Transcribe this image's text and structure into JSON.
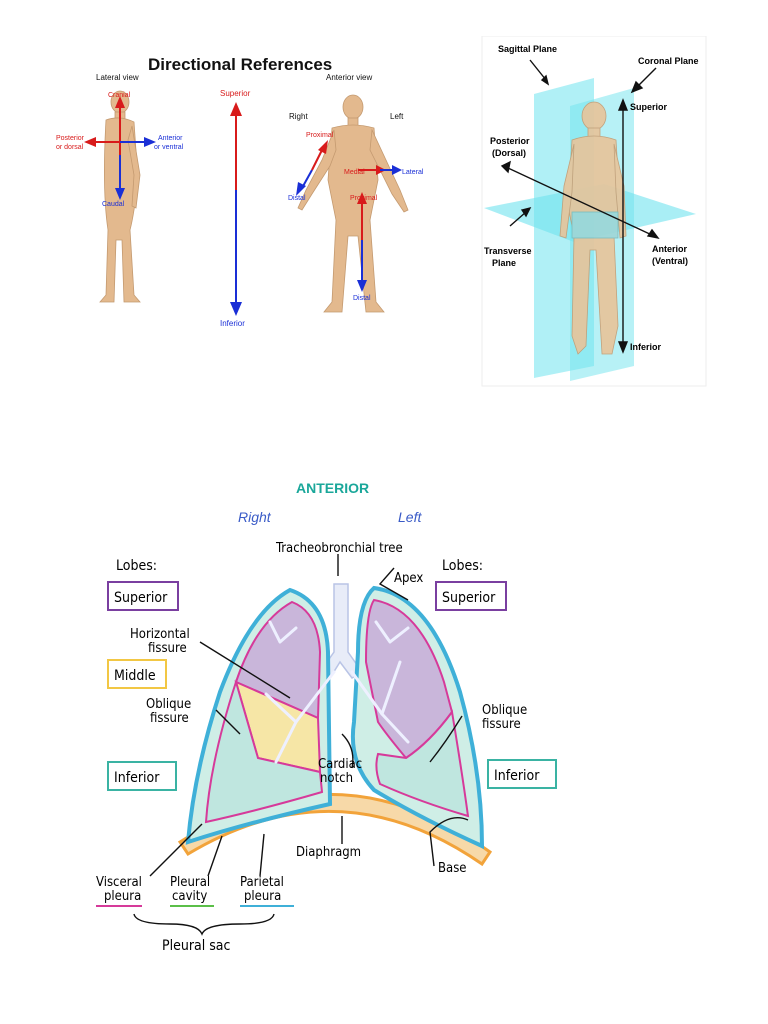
{
  "directional": {
    "title": "Directional References",
    "lateral_view": "Lateral view",
    "anterior_view": "Anterior view",
    "cranial": "Cranial",
    "caudal": "Caudal",
    "posterior": "Posterior",
    "posterior2": "or dorsal",
    "anterior": "Anterior",
    "anterior2": "or ventral",
    "superior": "Superior",
    "inferior": "Inferior",
    "right": "Right",
    "left": "Left",
    "proximal": "Proximal",
    "proximal2": "Proximal",
    "distal": "Distal",
    "distal2": "Distal",
    "medial": "Medial",
    "lateral": "Lateral"
  },
  "planes": {
    "sagittal": "Sagittal Plane",
    "coronal": "Coronal Plane",
    "superior": "Superior",
    "posterior": "Posterior",
    "posterior2": "(Dorsal)",
    "transverse": "Transverse",
    "transverse2": "Plane",
    "anterior": "Anterior",
    "anterior2": "(Ventral)",
    "inferior": "Inferior"
  },
  "lungs": {
    "anterior": "ANTERIOR",
    "right": "Right",
    "left": "Left",
    "lobes_left": "Lobes:",
    "lobes_right": "Lobes:",
    "superior_r": "Superior",
    "middle": "Middle",
    "inferior_r": "Inferior",
    "superior_l": "Superior",
    "inferior_l": "Inferior",
    "tracheo": "Tracheobronchial tree",
    "apex": "Apex",
    "horizontal1": "Horizontal",
    "horizontal2": "fissure",
    "oblique_r1": "Oblique",
    "oblique_r2": "fissure",
    "oblique_l1": "Oblique",
    "oblique_l2": "fissure",
    "cardiac1": "Cardiac",
    "cardiac2": "notch",
    "diaphragm": "Diaphragm",
    "base": "Base",
    "visceral1": "Visceral",
    "visceral2": "pleura",
    "pleural1": "Pleural",
    "pleural2": "cavity",
    "parietal1": "Parietal",
    "parietal2": "pleura",
    "pleural_sac": "Pleural sac"
  },
  "colors": {
    "red_arrow": "#d81b1b",
    "blue_arrow": "#1a2fd6",
    "teal_title": "#1aa79a",
    "blue_text": "#3a5bc7",
    "purple_box": "#7a3fa0",
    "yellow_box": "#f2c744",
    "teal_box": "#3ab3a3",
    "plane_cyan": "#6fe3ee",
    "pleura_blue": "#3fb0d8",
    "diaphragm_orange": "#f2a33a",
    "visceral_pink": "#d63a9a",
    "cavity_green": "#5bbf48"
  }
}
